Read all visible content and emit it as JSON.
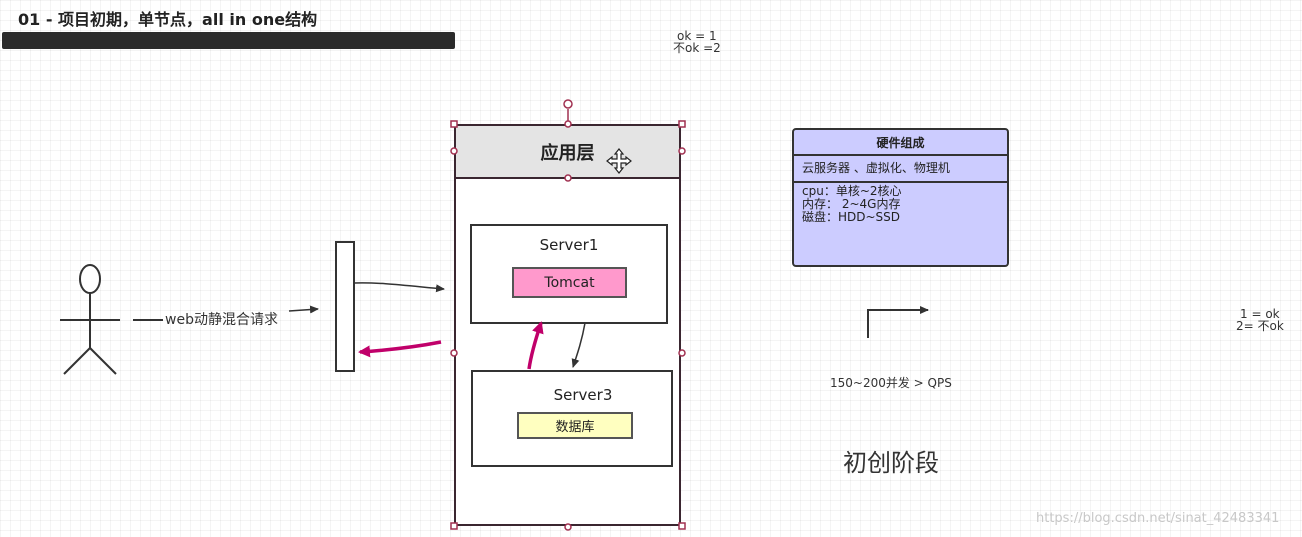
{
  "title": "01 - 项目初期，单节点，all in one结构",
  "notes": {
    "top_line1": "ok = 1",
    "top_line2": "不ok =2",
    "right_line1": "1 = ok",
    "right_line2": "2= 不ok"
  },
  "request_label": "web动静混合请求",
  "app_layer": {
    "title": "应用层",
    "server1": {
      "label": "Server1",
      "component": "Tomcat"
    },
    "server3": {
      "label": "Server3",
      "component": "数据库"
    }
  },
  "hardware": {
    "title": "硬件组成",
    "subtitle": "云服务器 、虚拟化、物理机",
    "cpu": "cpu：单核~2核心",
    "memory": "内存： 2~4G内存",
    "disk": "磁盘：HDD~SSD"
  },
  "qps_note": "150~200并发 > QPS",
  "stage_label": "初创阶段",
  "watermark": "https://blog.csdn.net/sinat_42483341",
  "colors": {
    "tomcat_fill": "#ff99cc",
    "database_fill": "#ffffc0",
    "hardware_fill": "#ccccff",
    "header_fill": "#e4e4e4",
    "return_arrow": "#c0006a"
  }
}
